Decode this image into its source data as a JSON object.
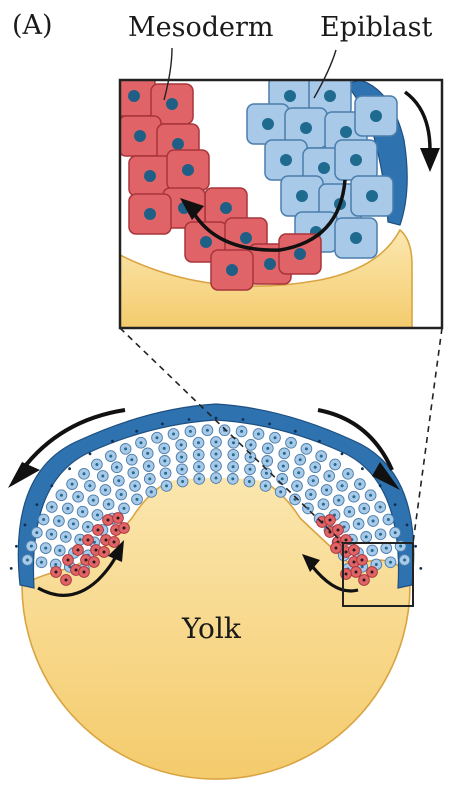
{
  "figure": {
    "panel_label": "(A)",
    "labels": {
      "mesoderm": "Mesoderm",
      "epiblast": "Epiblast",
      "yolk": "Yolk"
    }
  },
  "colors": {
    "yolk_fill": "#f6d27e",
    "yolk_light": "#fbe9b8",
    "yolk_stroke": "#d9a441",
    "epiblast_fill": "#a9c9e8",
    "epiblast_stroke": "#4a7eab",
    "epiblast_nucleus": "#1f6a8f",
    "outer_layer_fill": "#2e73b0",
    "outer_layer_stroke": "#1d4f80",
    "mesoderm_fill": "#e06467",
    "mesoderm_stroke": "#a7353a",
    "mesoderm_nucleus": "#1f5f86",
    "arrow": "#111111"
  }
}
